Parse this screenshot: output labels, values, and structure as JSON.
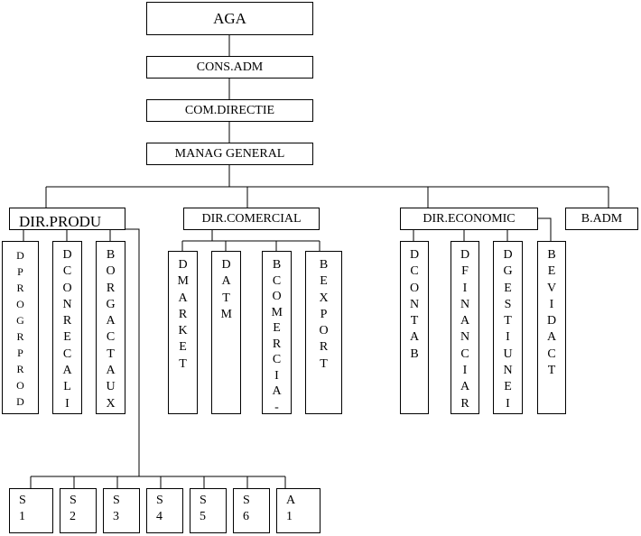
{
  "top": {
    "aga": "AGA",
    "cons_adm": "CONS.ADM",
    "com_directie": "COM.DIRECTIE",
    "manag_general": "MANAG GENERAL"
  },
  "directions": {
    "productie": {
      "label": "DIR.PRODU",
      "children": [
        "DPROGRPROD",
        "DCONRECALI",
        "BORGACTAUX"
      ],
      "sections": [
        "S1",
        "S2",
        "S3",
        "S4",
        "S5",
        "S6",
        "A1"
      ]
    },
    "comercial": {
      "label": "DIR.COMERCIAL",
      "children": [
        "DMARKET",
        "DATM",
        "BCOMERCIA-",
        "BEXPORT"
      ]
    },
    "economic": {
      "label": "DIR.ECONOMIC",
      "children": [
        "DCONTAB",
        "DFINANCIAR",
        "DGESTIUNEI",
        "BEVIDACT"
      ]
    },
    "badm": {
      "label": "B.ADM"
    }
  }
}
